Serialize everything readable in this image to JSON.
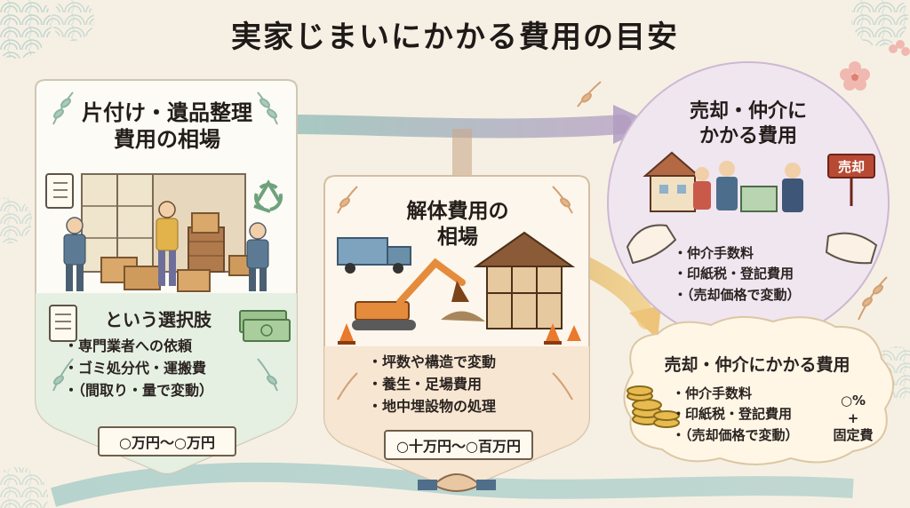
{
  "title": "実家じまいにかかる費用の目安",
  "panels": {
    "cleanup": {
      "title_lines": [
        "片付け・遺品整理",
        "費用の相場"
      ],
      "subhead": "という選択肢",
      "bullets": [
        "専門業者への依頼",
        "ゴミ処分代・運搬費",
        "（間取り・量で変動）"
      ],
      "price": "○万円〜○万円"
    },
    "demolition": {
      "title_lines": [
        "解体費用の",
        "相場"
      ],
      "bullets": [
        "坪数や構造で変動",
        "養生・足場費用",
        "地中埋設物の処理"
      ],
      "price": "○十万円〜○百万円"
    },
    "sale_top": {
      "title_lines": [
        "売却・仲介に",
        "かかる費用"
      ],
      "sign": "売却",
      "bullets": [
        "仲介手数料",
        "印紙税・登記費用",
        "（売却価格で変動）"
      ]
    },
    "sale_bottom": {
      "title": "売却・仲介にかかる費用",
      "bullets": [
        "仲介手数料",
        "印紙税・登記費用",
        "（売却価格で変動）"
      ],
      "fee_lines": [
        "○%",
        "+",
        "固定費"
      ]
    }
  },
  "colors": {
    "background": "#f6f0e4",
    "green_panel": "#e6efe3",
    "peach_panel": "#f7e6d3",
    "lavender_panel": "#ece3ef",
    "cream_cloud": "#fff6e6",
    "flow_teal": "#7fb3ad",
    "flow_purple": "#a98cb8",
    "flow_gold": "#e9c06a"
  },
  "icons": [
    "checklist-icon",
    "recycle-icon",
    "banknote-stack-icon",
    "traffic-cone-icon",
    "handshake-icon",
    "coin-stack-icon",
    "leaf-sprig-icon"
  ]
}
